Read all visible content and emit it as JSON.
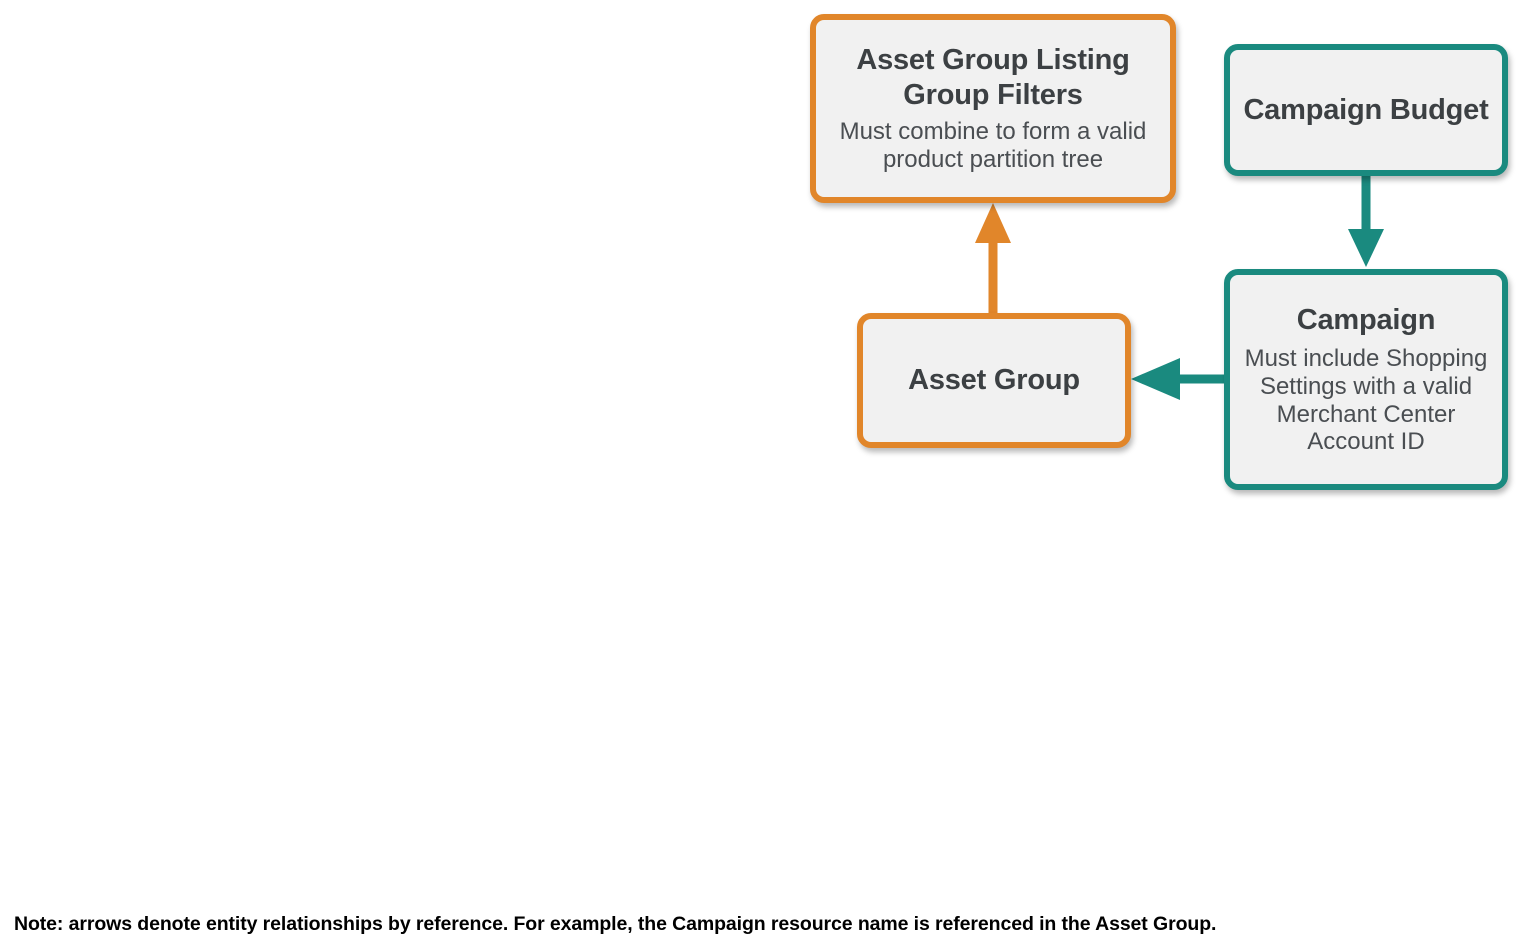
{
  "diagram": {
    "colors": {
      "orange": "#e1862a",
      "teal": "#1a8a7f",
      "node_fill": "#f1f1f1",
      "title_text": "#3c4043",
      "desc_text": "#4a4e52",
      "note_text": "#000000",
      "background": "#ffffff"
    },
    "nodes": [
      {
        "id": "asset-group-listing-group-filters",
        "title": "Asset Group Listing Group Filters",
        "description": "Must combine to form a valid product partition tree",
        "accent": "orange"
      },
      {
        "id": "campaign-budget",
        "title": "Campaign Budget",
        "description": "",
        "accent": "teal"
      },
      {
        "id": "asset-group",
        "title": "Asset Group",
        "description": "",
        "accent": "orange"
      },
      {
        "id": "campaign",
        "title": "Campaign",
        "description": "Must include Shopping Settings with a valid Merchant Center Account ID",
        "accent": "teal"
      }
    ],
    "edges": [
      {
        "id": "asset-group-to-filters",
        "from": "asset-group",
        "to": "asset-group-listing-group-filters",
        "direction": "up",
        "color": "orange"
      },
      {
        "id": "budget-to-campaign",
        "from": "campaign-budget",
        "to": "campaign",
        "direction": "down",
        "color": "teal"
      },
      {
        "id": "campaign-to-asset-group",
        "from": "campaign",
        "to": "asset-group",
        "direction": "left",
        "color": "teal"
      }
    ],
    "note": "Note: arrows denote entity relationships by reference. For example, the Campaign resource name is referenced in the Asset Group."
  }
}
